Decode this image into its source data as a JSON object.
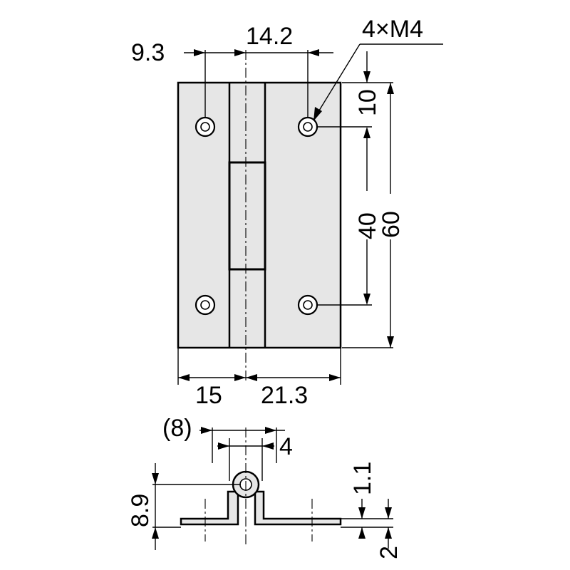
{
  "dimensions": {
    "hole_offset": "9.3",
    "hole_spacing_horizontal": "14.2",
    "screw_callout": "4×M4",
    "hole_edge_distance": "10",
    "hole_spacing_vertical": "40",
    "total_height": "60",
    "left_leaf_width": "15",
    "right_leaf_width": "21.3",
    "knuckle_outer": "(8)",
    "knuckle_inner": "4",
    "thickness": "1.1",
    "total_depth": "8.9",
    "base_offset": "2"
  },
  "colors": {
    "leaf_fill": "#e6e6e6",
    "line": "#000000"
  }
}
